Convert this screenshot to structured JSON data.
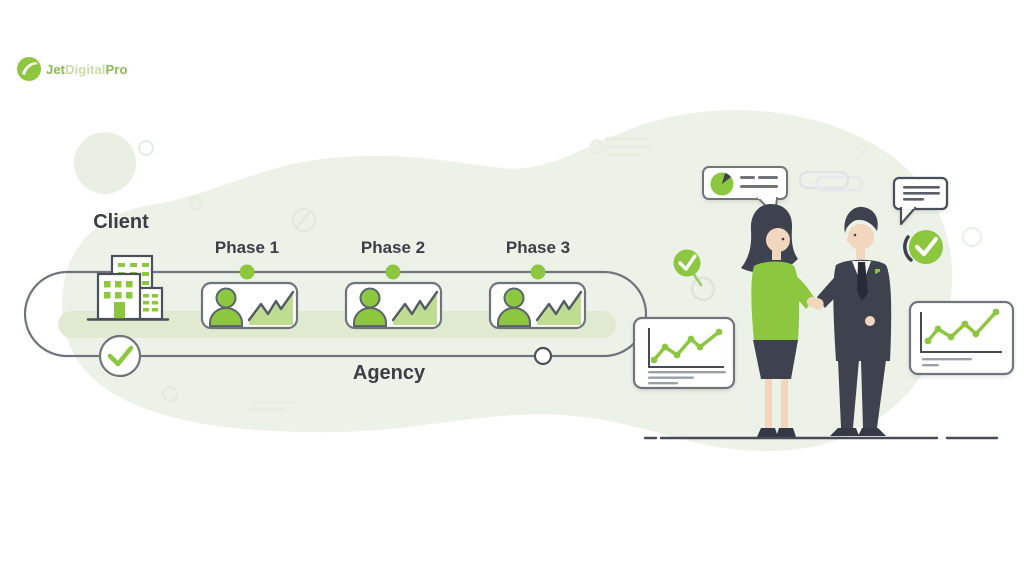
{
  "app": {
    "description": "Client to agency phased workflow illustration with handshake"
  },
  "logo": {
    "icon": "leaf-circle-icon",
    "part1": "Jet",
    "part2": "Digital",
    "part3": "Pro"
  },
  "timeline": {
    "client_label": "Client",
    "agency_label": "Agency",
    "phases": [
      {
        "label": "Phase 1"
      },
      {
        "label": "Phase 2"
      },
      {
        "label": "Phase 3"
      }
    ]
  },
  "colors": {
    "accent_green": "#8dc63f",
    "light_green_area": "#bedd90",
    "band_green": "#dfead1",
    "blob_green": "#edf2e8",
    "outline_gray": "#6f747c",
    "dark_slate": "#3d424e",
    "text_dark": "#3a3f46",
    "skin": "#f2d6bd",
    "logo_green_dark": "#8cba52",
    "logo_green_light": "#c9dda8"
  },
  "icons": {
    "logo": "leaf-circle-icon",
    "client": "buildings-icon",
    "phase_card": "user-with-area-chart-icon",
    "loop_check": "checkmark-circle-icon",
    "magnifier": "magnifier-check-icon",
    "report_left": "line-chart-report-icon",
    "report_right": "line-chart-report-icon",
    "bubble_left": "pie-speech-bubble-icon",
    "bubble_right": "text-speech-bubble-icon",
    "badge": "check-badge-icon",
    "people": "handshake-illustration"
  }
}
